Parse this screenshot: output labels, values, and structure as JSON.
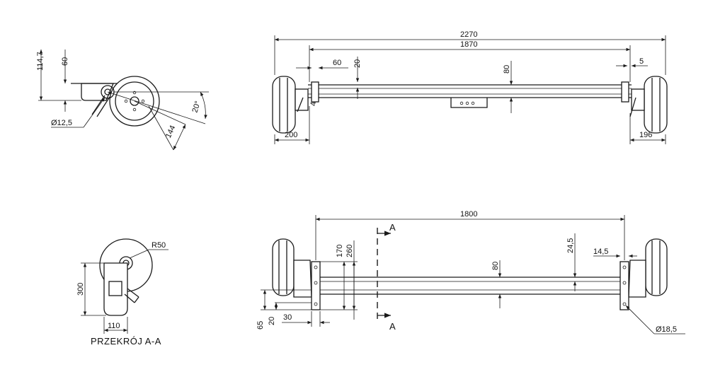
{
  "dimensions": {
    "side_top": {
      "d114_7": "114,7",
      "d60": "60",
      "d20deg": "20°",
      "d144": "144",
      "d12_5": "Ø12,5"
    },
    "front_top": {
      "d2270": "2270",
      "d1870": "1870",
      "d60": "60",
      "d20": "20",
      "d80": "80",
      "d5": "5",
      "d4": "4",
      "d200": "200",
      "d196": "196"
    },
    "section": {
      "r50": "R50",
      "d300": "300",
      "d110": "110"
    },
    "plan": {
      "d1800": "1800",
      "a_top": "A",
      "a_bottom": "A",
      "d170": "170",
      "d260": "260",
      "d80": "80",
      "d24_5": "24,5",
      "d14_5": "14,5",
      "d65": "65",
      "d20": "20",
      "d30": "30",
      "d18_5": "Ø18,5"
    }
  },
  "captions": {
    "section_title": "PRZEKRÓJ A-A"
  }
}
